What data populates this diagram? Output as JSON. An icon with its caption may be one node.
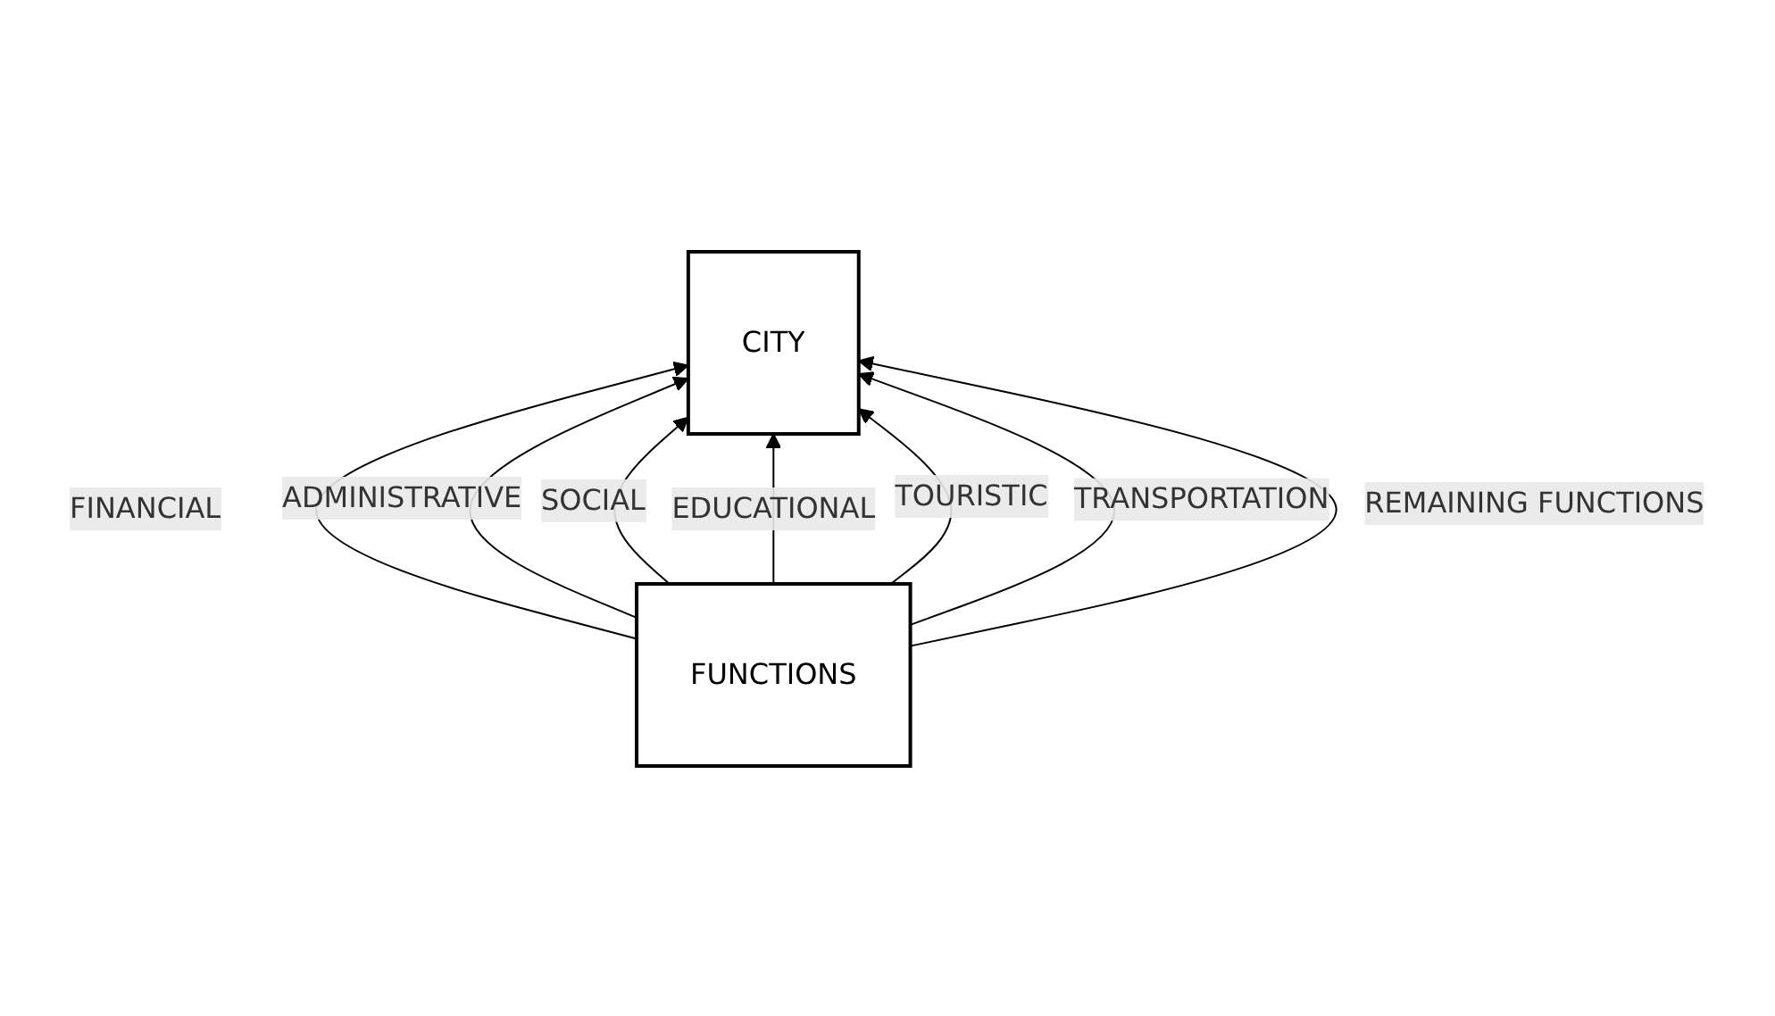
{
  "diagram": {
    "nodes": [
      {
        "text": [
          "CITY"
        ]
      },
      {
        "text": [
          "FUNCTIONS"
        ]
      }
    ],
    "edges": [
      {
        "from": 1,
        "to": 0,
        "arrow": "to",
        "label": "FINANCIAL"
      },
      {
        "from": 1,
        "to": 0,
        "arrow": "to",
        "label": "ADMINISTRATIVE"
      },
      {
        "from": 1,
        "to": 0,
        "arrow": "to",
        "label": "SOCIAL"
      },
      {
        "from": 1,
        "to": 0,
        "arrow": "to",
        "label": "EDUCATIONAL"
      },
      {
        "from": 1,
        "to": 0,
        "arrow": "to",
        "label": "TOURISTIC"
      },
      {
        "from": 1,
        "to": 0,
        "arrow": "to",
        "label": "TRANSPORTATION"
      },
      {
        "from": 1,
        "to": 0,
        "arrow": "to",
        "label": "REMAINING FUNCTIONS"
      }
    ]
  }
}
